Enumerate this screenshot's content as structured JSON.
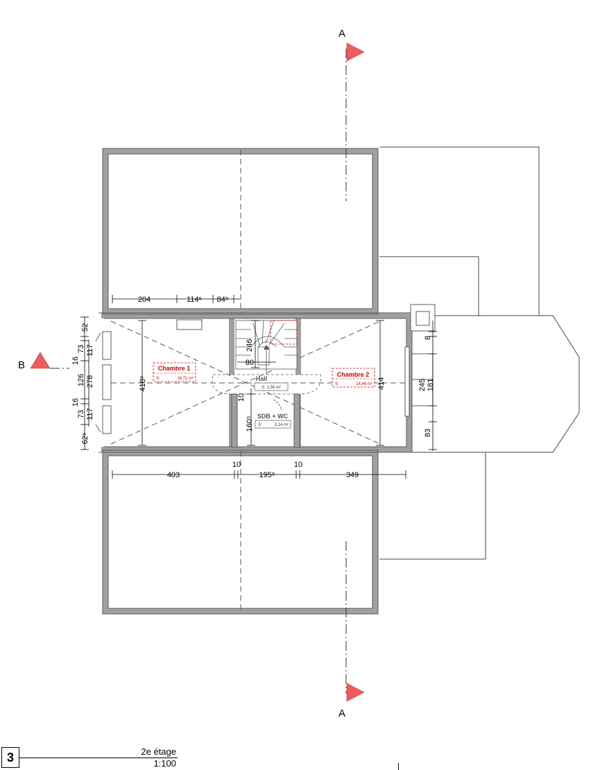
{
  "sheet": {
    "number": "3",
    "title": "2e étage",
    "scale": "1:100"
  },
  "section_markers": {
    "a_top": "A",
    "a_bottom": "A",
    "b_left": "B"
  },
  "rooms": {
    "chambre1": {
      "name": "Chambre 1",
      "area_label": "S:",
      "area_value": "16,71 m²"
    },
    "chambre2": {
      "name": "Chambre 2",
      "area_label": "S:",
      "area_value": "14,46 m²"
    },
    "hall": {
      "name": "Hall",
      "area_label": "S: 1,56 m²"
    },
    "sdb": {
      "name": "SDB + WC",
      "area_label": "S:",
      "area_value": "3,14 m²"
    }
  },
  "dimensions": {
    "top_row": [
      "204",
      "114⁵",
      "84⁵"
    ],
    "bottom_row": [
      "403",
      "10",
      "195⁵",
      "10",
      "349"
    ],
    "left_vertical": [
      "52",
      "16",
      "73",
      "117",
      "126",
      "278",
      "16",
      "73",
      "117",
      "62⁵"
    ],
    "chambre1_height": "418⁵",
    "chambre2_height": "414",
    "stair_246": "246",
    "stair_80": "80",
    "hall_10": "10",
    "sdb_160": "160⁵",
    "right_8": "8",
    "right_245": "245",
    "right_181": "181",
    "right_83": "83"
  },
  "colors": {
    "wall": "#a0a0a0",
    "wall_stroke": "#5a5a5a",
    "room_label": "#d40000",
    "marker": "#f05a5a"
  }
}
